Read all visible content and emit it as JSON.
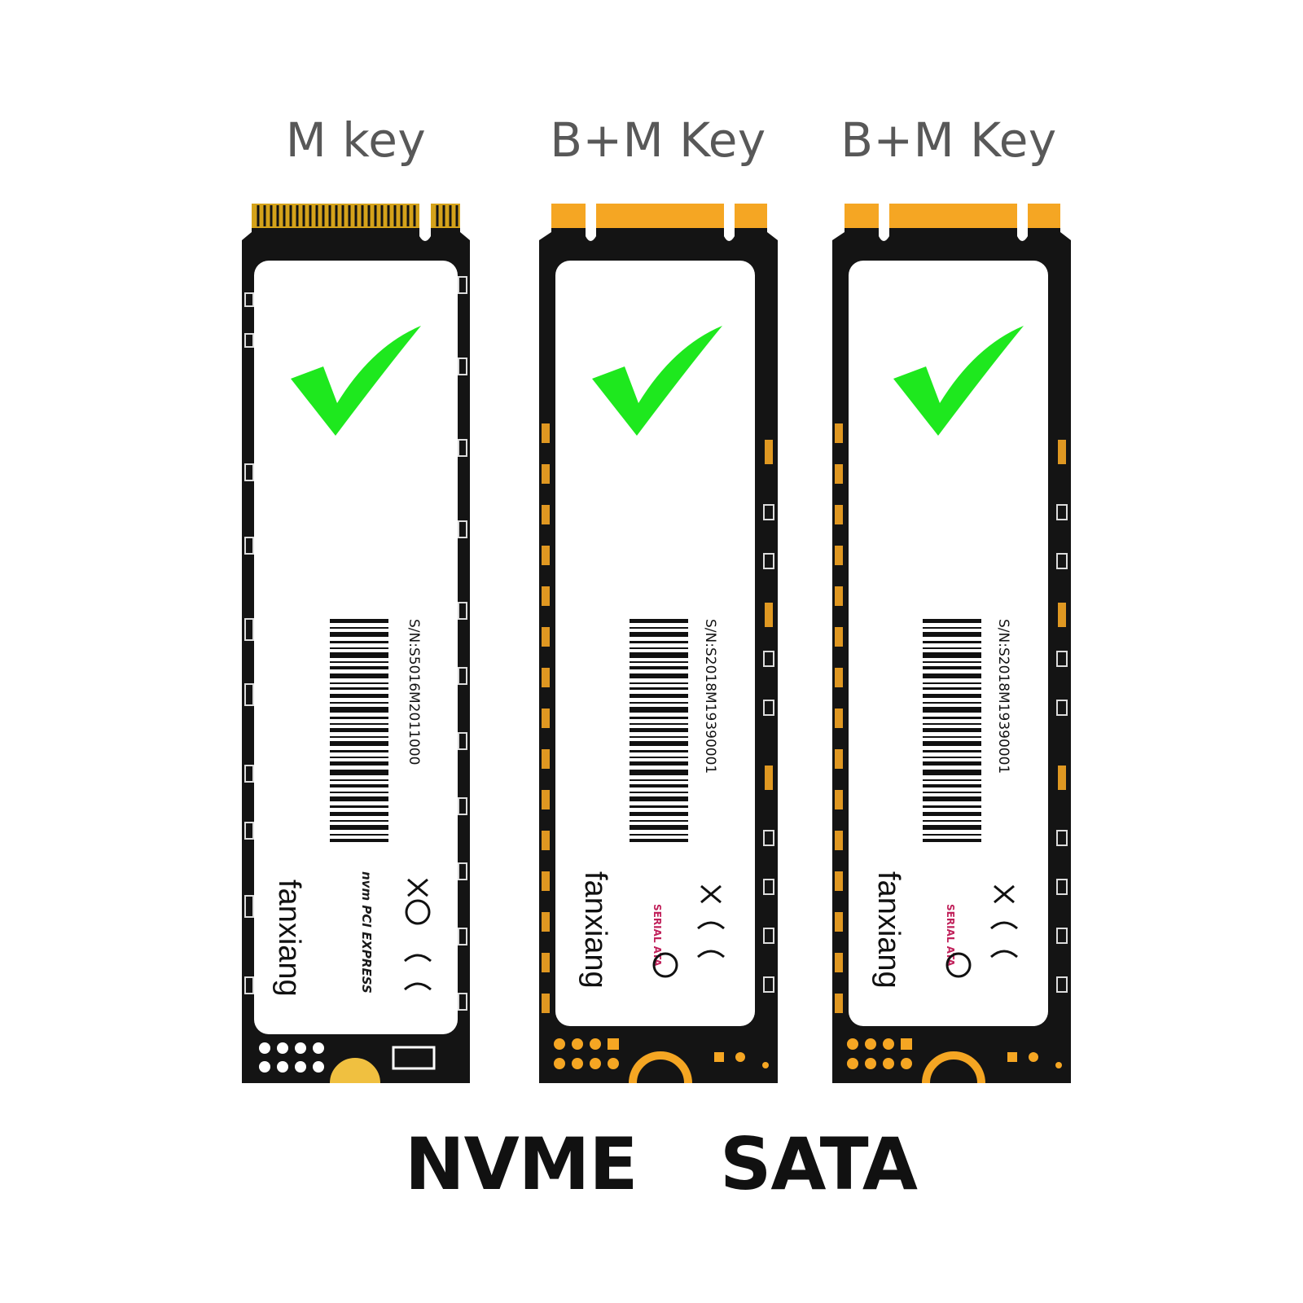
{
  "modules": [
    {
      "key_label": "M key",
      "pins": "gold",
      "serial": "S/N:S5016M2011000",
      "brand": "fanxiang",
      "interface_logo": "nvm PCI EXPRESS",
      "check_icon": "green-check-icon"
    },
    {
      "key_label": "B+M Key",
      "pins": "orange",
      "serial": "S/N:S2018M19390001",
      "brand": "fanxiang",
      "interface_logo": "SERIAL ATA",
      "check_icon": "green-check-icon"
    },
    {
      "key_label": "B+M Key",
      "pins": "orange",
      "serial": "S/N:S2018M19390001",
      "brand": "fanxiang",
      "interface_logo": "SERIAL ATA",
      "check_icon": "green-check-icon"
    }
  ],
  "interfaces": {
    "nvme": "NVME",
    "sata": "SATA"
  },
  "colors": {
    "pcb": "#141414",
    "label": "#ffffff",
    "check": "#1ee81e",
    "gold_pins": "#d4a21a",
    "orange_pins": "#f5a623",
    "key_text": "#585858",
    "interface_text": "#111111"
  }
}
